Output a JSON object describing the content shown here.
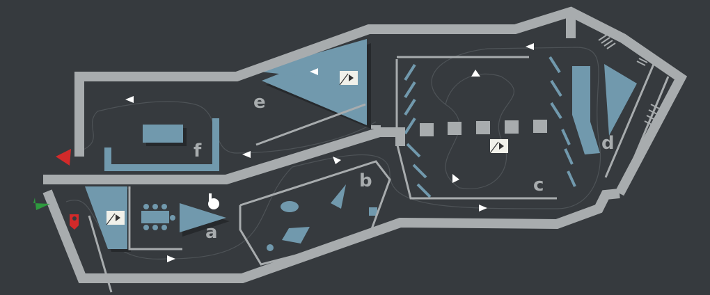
{
  "map": {
    "title": "Floor plan",
    "rooms": [
      {
        "id": "a",
        "label": "a"
      },
      {
        "id": "b",
        "label": "b"
      },
      {
        "id": "c",
        "label": "c"
      },
      {
        "id": "d",
        "label": "d"
      },
      {
        "id": "e",
        "label": "e"
      },
      {
        "id": "f",
        "label": "f"
      }
    ],
    "markers": {
      "entrance": "green-flag-icon",
      "exit": "red-flag-icon",
      "info": "red-location-icon",
      "touch": "hand-pointer-icon",
      "video": "video-screen-icon"
    },
    "colors": {
      "background": "#363a3e",
      "wall": "#a8acae",
      "exhibit": "#7199ad",
      "entrance": "#2e9a3e",
      "exit": "#d22a2a"
    }
  }
}
